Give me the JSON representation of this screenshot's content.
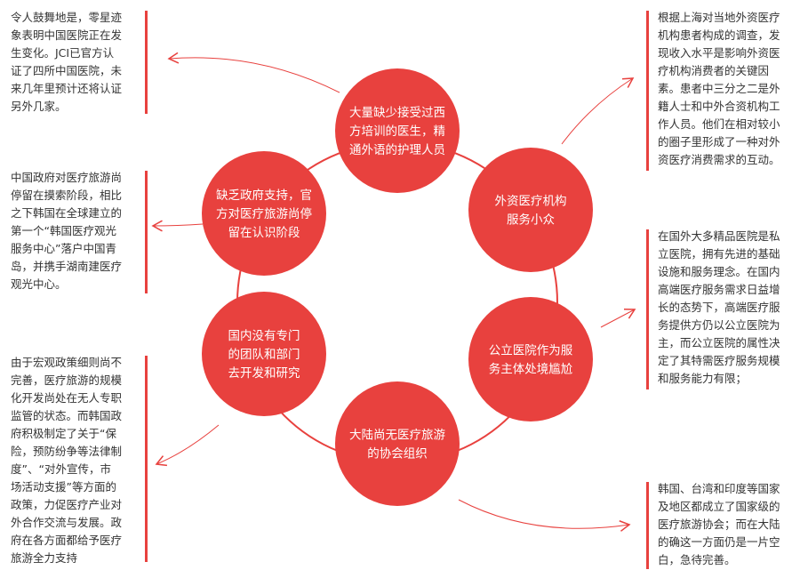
{
  "colors": {
    "accent": "#e8413e",
    "ring": "#e8413e",
    "arrow": "#e8413e",
    "node_text": "#ffffff",
    "note_text": "#333333"
  },
  "nodes": [
    {
      "id": "top",
      "lines": [
        "大量缺少接受过西",
        "方培训的医生，精",
        "通外语的护理人员"
      ]
    },
    {
      "id": "upper-right",
      "lines": [
        "外资医疗机构",
        "服务小众"
      ]
    },
    {
      "id": "lower-right",
      "lines": [
        "公立医院作为服",
        "务主体处境尴尬"
      ]
    },
    {
      "id": "bottom",
      "lines": [
        "大陆尚无医疗旅游",
        "的协会组织"
      ]
    },
    {
      "id": "lower-left",
      "lines": [
        "国内没有专门",
        "的团队和部门",
        "去开发和研究"
      ]
    },
    {
      "id": "upper-left",
      "lines": [
        "缺乏政府支持，官",
        "方对医疗旅游尚停",
        "留在认识阶段"
      ]
    }
  ],
  "notes": {
    "left_top": "令人鼓舞地是，零星迹\n象表明中国医院正在发\n生变化。JCI已官方认\n证了四所中国医院，未\n来几年里预计还将认证\n另外几家。",
    "left_middle": "中国政府对医疗旅游尚\n停留在摸索阶段，相比\n之下韩国在全球建立的\n第一个“韩国医疗观光\n服务中心”落户中国青\n岛，并携手湖南建医疗\n观光中心。",
    "left_bottom": "由于宏观政策细则尚不\n完善，医疗旅游的规模\n化开发尚处在无人专职\n监管的状态。而韩国政\n府积极制定了关于“保\n险，预防纷争等法律制\n度”、“对外宣传，市\n场活动支援”等方面的\n政策，力促医疗产业对\n外合作交流与发展。政\n府在各方面都给予医疗\n旅游全力支持",
    "right_top": "根据上海对当地外资医疗\n机构患者构成的调查，发\n现收入水平是影响外资医\n疗机构消费者的关键因\n素。患者中三分之二是外\n籍人士和中外合资机构工\n作人员。他们在相对较小\n的圈子里形成了一种对外\n资医疗消费需求的互动。",
    "right_middle": "在国外大多精品医院是私\n立医院，拥有先进的基础\n设施和服务理念。在国内\n高端医疗服务需求日益增\n长的态势下，高端医疗服\n务提供方仍以公立医院为\n主，而公立医院的属性决\n定了其特需医疗服务规模\n和服务能力有限；",
    "right_bottom": "韩国、台湾和印度等国家\n及地区都成立了国家级的\n医疗旅游协会；而在大陆\n的确这一方面仍是一片空\n白，急待完善。"
  }
}
